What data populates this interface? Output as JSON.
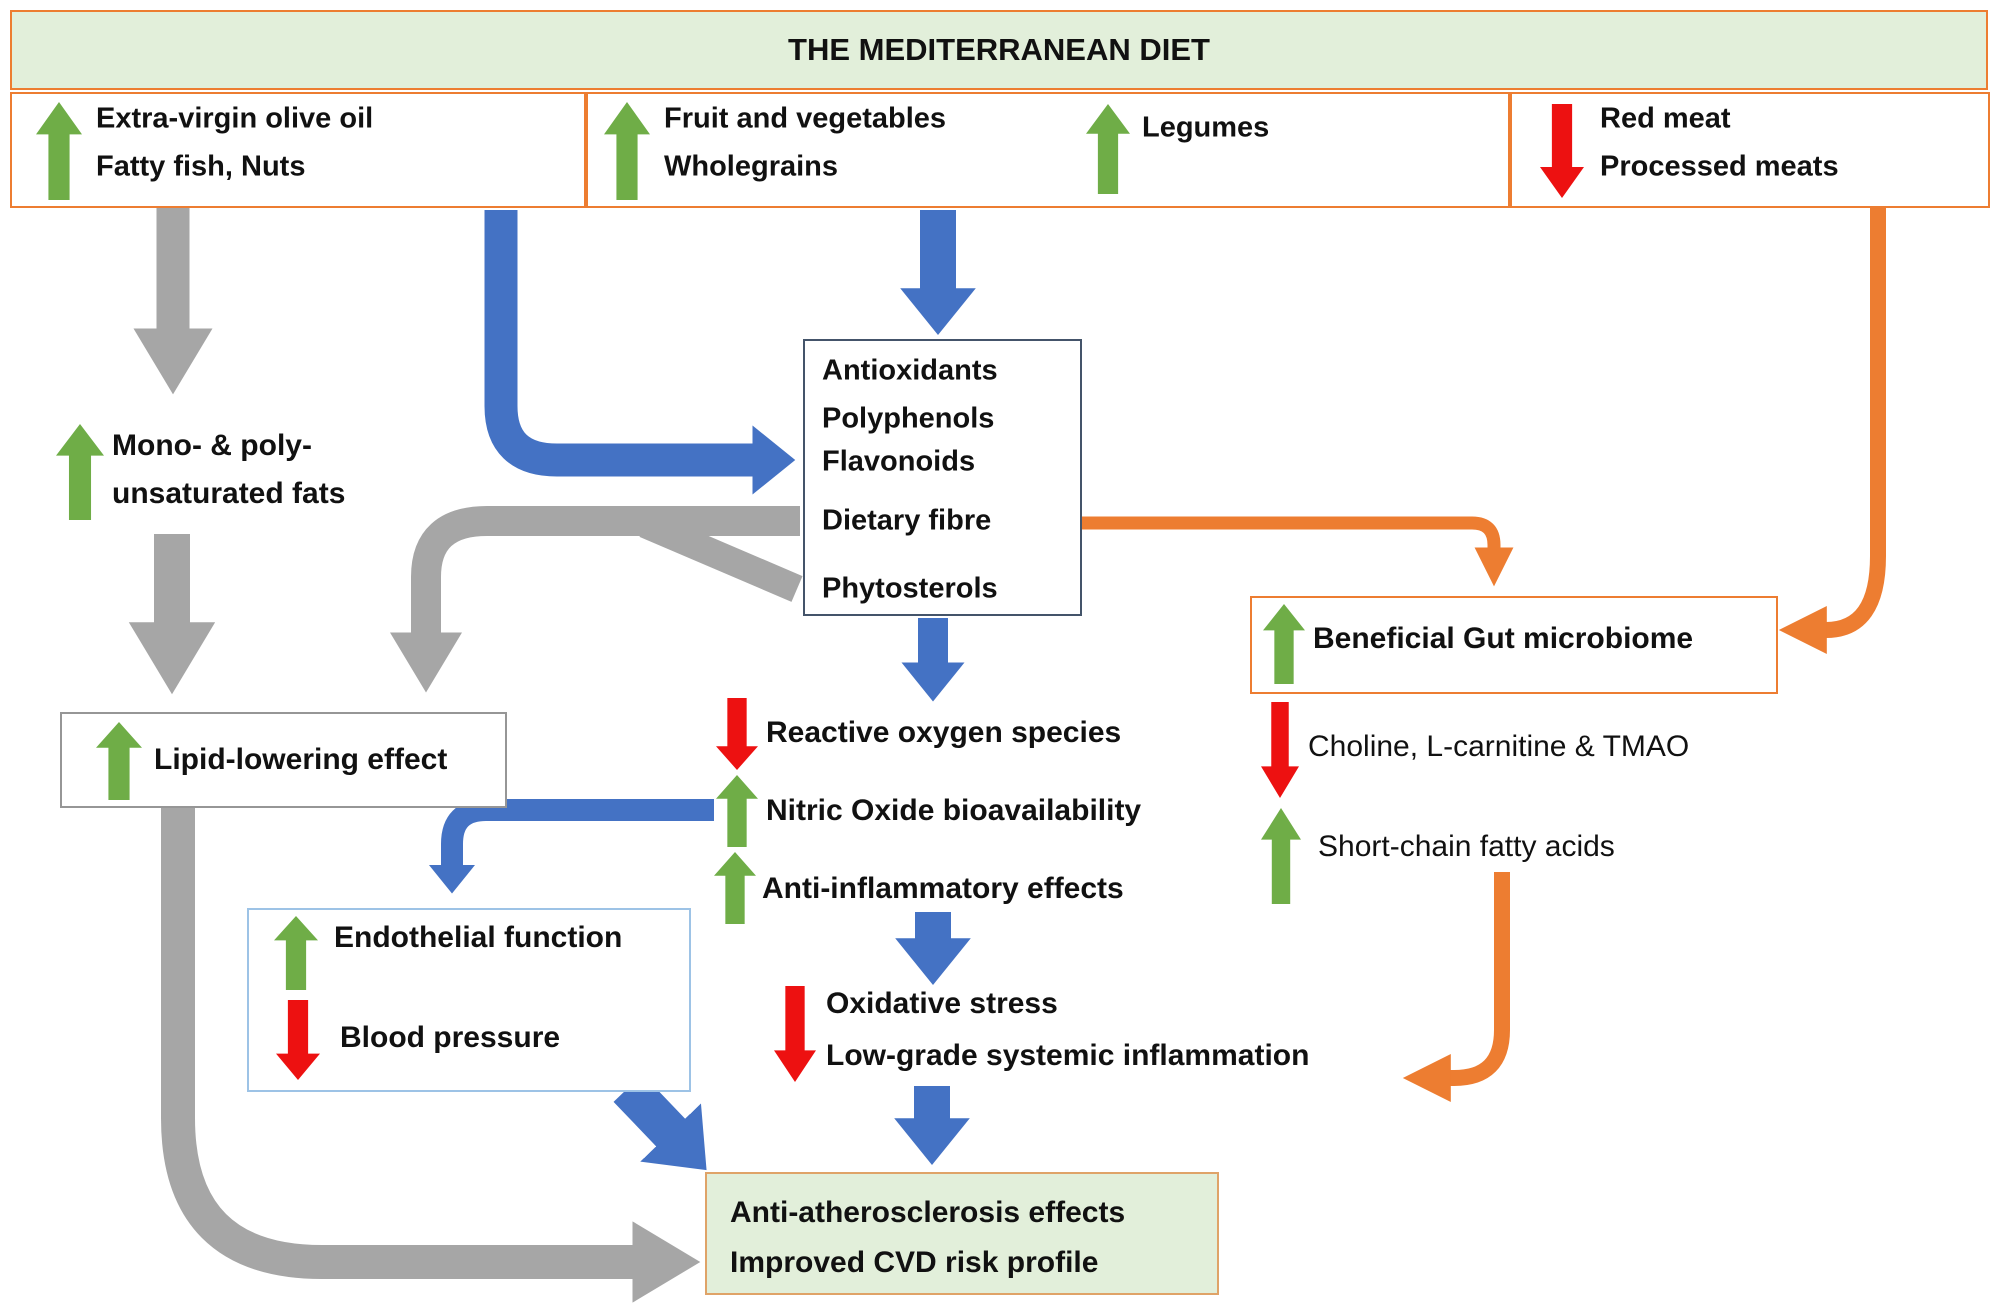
{
  "title": "THE MEDITERRANEAN DIET",
  "food_row": {
    "olive": {
      "line1": "Extra-virgin olive oil",
      "line2": "Fatty fish, Nuts",
      "direction": "increase"
    },
    "fruit": {
      "line1": "Fruit and vegetables",
      "line2": "Wholegrains",
      "direction": "increase"
    },
    "legumes": {
      "label": "Legumes",
      "direction": "increase"
    },
    "meat": {
      "line1": "Red meat",
      "line2": "Processed meats",
      "direction": "decrease"
    }
  },
  "nodes": {
    "mono_poly": {
      "line1": "Mono- & poly-",
      "line2": "unsaturated fats",
      "direction": "increase"
    },
    "lipid_lowering": {
      "label": "Lipid-lowering effect",
      "direction": "increase"
    },
    "bioactives": {
      "item1": "Antioxidants",
      "item2": "Polyphenols",
      "item3": "Flavonoids",
      "item4": "Dietary fibre",
      "item5": "Phytosterols"
    },
    "ros": {
      "label": "Reactive oxygen species",
      "direction": "decrease"
    },
    "nitric_oxide": {
      "label": "Nitric Oxide bioavailability",
      "direction": "increase"
    },
    "anti_inflammatory": {
      "label": "Anti-inflammatory effects",
      "direction": "increase"
    },
    "endothelial": {
      "label": "Endothelial function",
      "direction": "increase"
    },
    "blood_pressure": {
      "label": "Blood pressure",
      "direction": "decrease"
    },
    "gut_microbiome": {
      "label": "Beneficial Gut microbiome",
      "direction": "increase"
    },
    "choline": {
      "label": "Choline, L-carnitine & TMAO",
      "direction": "decrease"
    },
    "scfa": {
      "label": "Short-chain fatty acids",
      "direction": "increase"
    },
    "oxidative": {
      "line1": "Oxidative stress",
      "line2": "Low-grade systemic inflammation",
      "direction": "decrease"
    },
    "outcome": {
      "line1": "Anti-atherosclerosis effects",
      "line2": "Improved CVD risk profile"
    }
  },
  "colors": {
    "increase_green": "#6fad47",
    "decrease_red": "#ed1111",
    "flow_blue": "#4472c4",
    "flow_gray": "#a6a6a6",
    "flow_orange": "#ed7d31",
    "panel_green": "#e2efda",
    "border_orange": "#ed7d31",
    "border_navy": "#44546a",
    "border_lightblue": "#9dc3e6",
    "border_gray": "#969696"
  }
}
